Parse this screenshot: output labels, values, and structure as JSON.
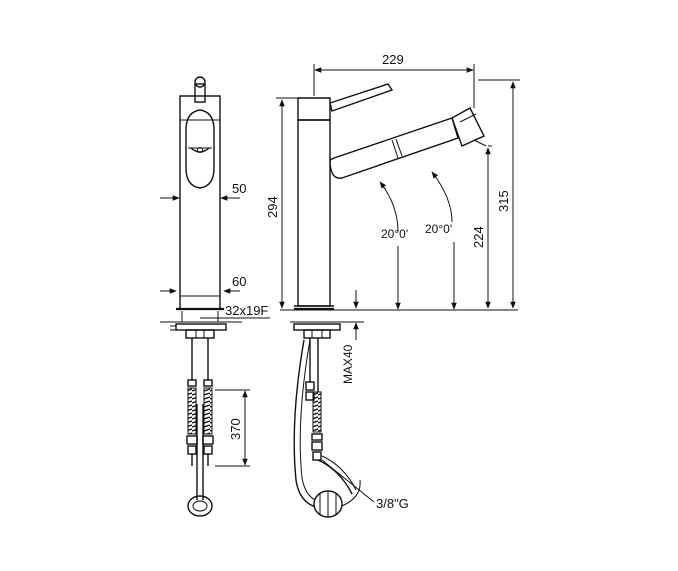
{
  "dimensions": {
    "width_229": "229",
    "height_315": "315",
    "height_294": "294",
    "height_224": "224",
    "angle_left": "20°0'",
    "angle_right": "20°0'",
    "body_50": "50",
    "base_60": "60",
    "thread": "32x19F",
    "max40": "MAX40",
    "hose_370": "370",
    "fitting": "3/8\"G"
  }
}
